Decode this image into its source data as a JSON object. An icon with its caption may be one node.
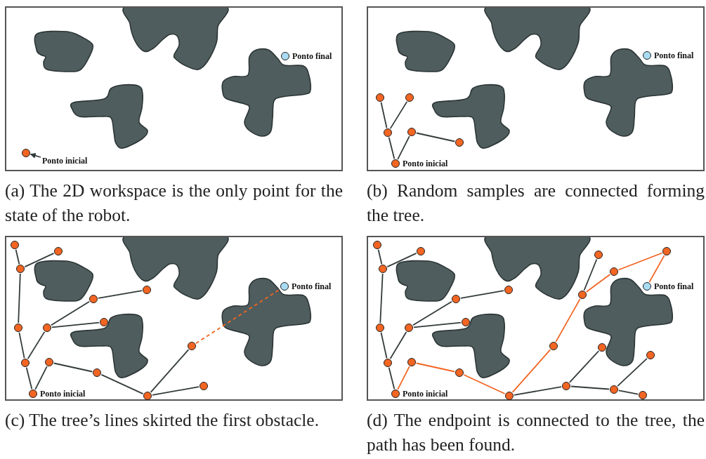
{
  "diagram": {
    "nodes": [
      {
        "text": [],
        "shape": "box",
        "beside": [
          "(a) The 2D workspace is the only point for the state of the robot."
        ]
      },
      {
        "text": [
          "Ponto inicial"
        ],
        "in": 0
      },
      {
        "text": [],
        "shape": "circle",
        "in": 0
      },
      {
        "text": [],
        "shape": "circle",
        "in": 0,
        "beside": [
          "Ponto final"
        ]
      },
      {
        "text": [],
        "shape": "box",
        "beside": [
          "(b) Random samples are connected forming the tree."
        ]
      },
      {
        "text": [],
        "shape": "circle",
        "in": 4,
        "beside": [
          "Ponto inicial"
        ]
      },
      {
        "text": [],
        "shape": "circle",
        "in": 4
      },
      {
        "text": [],
        "shape": "circle",
        "in": 4
      },
      {
        "text": [],
        "shape": "circle",
        "in": 4
      },
      {
        "text": [],
        "shape": "circle",
        "in": 4
      },
      {
        "text": [],
        "shape": "circle",
        "in": 4
      },
      {
        "text": [],
        "shape": "circle",
        "in": 4,
        "beside": [
          "Ponto final"
        ]
      },
      {
        "text": [],
        "shape": "box",
        "beside": [
          "(c) The tree’s lines skirted the first obstacle."
        ]
      },
      {
        "text": [],
        "shape": "circle",
        "in": 12,
        "beside": [
          "Ponto inicial"
        ]
      },
      {
        "text": [],
        "shape": "circle",
        "in": 12
      },
      {
        "text": [],
        "shape": "circle",
        "in": 12
      },
      {
        "text": [],
        "shape": "circle",
        "in": 12
      },
      {
        "text": [],
        "shape": "circle",
        "in": 12
      },
      {
        "text": [],
        "shape": "circle",
        "in": 12
      },
      {
        "text": [],
        "shape": "circle",
        "in": 12
      },
      {
        "text": [],
        "shape": "circle",
        "in": 12
      },
      {
        "text": [],
        "shape": "circle",
        "in": 12
      },
      {
        "text": [],
        "shape": "circle",
        "in": 12
      },
      {
        "text": [],
        "shape": "circle",
        "in": 12
      },
      {
        "text": [],
        "shape": "circle",
        "in": 12
      },
      {
        "text": [],
        "shape": "circle",
        "in": 12
      },
      {
        "text": [],
        "shape": "circle",
        "in": 12
      },
      {
        "text": [],
        "shape": "circle",
        "in": 12
      },
      {
        "text": [],
        "shape": "circle",
        "in": 12,
        "beside": [
          "Ponto final"
        ]
      },
      {
        "text": [],
        "shape": "box",
        "beside": [
          "(d) The endpoint is connected to the tree, the path has been found."
        ]
      },
      {
        "text": [],
        "shape": "circle",
        "in": 29,
        "beside": [
          "Ponto inicial"
        ]
      },
      {
        "text": [],
        "shape": "circle",
        "in": 29
      },
      {
        "text": [],
        "shape": "circle",
        "in": 29
      },
      {
        "text": [],
        "shape": "circle",
        "in": 29
      },
      {
        "text": [],
        "shape": "circle",
        "in": 29
      },
      {
        "text": [],
        "shape": "circle",
        "in": 29
      },
      {
        "text": [],
        "shape": "circle",
        "in": 29
      },
      {
        "text": [],
        "shape": "circle",
        "in": 29
      },
      {
        "text": [],
        "shape": "circle",
        "in": 29
      },
      {
        "text": [],
        "shape": "circle",
        "in": 29
      },
      {
        "text": [],
        "shape": "circle",
        "in": 29
      },
      {
        "text": [],
        "shape": "circle",
        "in": 29
      },
      {
        "text": [],
        "shape": "circle",
        "in": 29
      },
      {
        "text": [],
        "shape": "circle",
        "in": 29
      },
      {
        "text": [],
        "shape": "circle",
        "in": 29
      },
      {
        "text": [],
        "shape": "circle",
        "in": 29
      },
      {
        "text": [],
        "shape": "circle",
        "in": 29
      },
      {
        "text": [],
        "shape": "circle",
        "in": 29
      },
      {
        "text": [],
        "shape": "circle",
        "in": 29
      },
      {
        "text": [],
        "shape": "circle",
        "in": 29
      },
      {
        "text": [],
        "shape": "circle",
        "in": 29
      },
      {
        "text": [],
        "shape": "circle",
        "in": 29
      },
      {
        "text": [],
        "shape": "circle",
        "in": 29
      },
      {
        "text": [],
        "shape": "circle",
        "in": 29,
        "beside": [
          "Ponto final"
        ]
      }
    ],
    "edges": [
      {
        "from": 1,
        "to": 2,
        "arrow": "to"
      },
      {
        "from": 5,
        "to": 6,
        "arrow": "none"
      },
      {
        "from": 6,
        "to": 7,
        "arrow": "none"
      },
      {
        "from": 6,
        "to": 8,
        "arrow": "none"
      },
      {
        "from": 5,
        "to": 9,
        "arrow": "none"
      },
      {
        "from": 9,
        "to": 10,
        "arrow": "none"
      },
      {
        "from": 13,
        "to": 14,
        "arrow": "none"
      },
      {
        "from": 14,
        "to": 15,
        "arrow": "none"
      },
      {
        "from": 15,
        "to": 16,
        "arrow": "none"
      },
      {
        "from": 16,
        "to": 17,
        "arrow": "none"
      },
      {
        "from": 16,
        "to": 18,
        "arrow": "none"
      },
      {
        "from": 14,
        "to": 19,
        "arrow": "none"
      },
      {
        "from": 19,
        "to": 20,
        "arrow": "none"
      },
      {
        "from": 20,
        "to": 21,
        "arrow": "none"
      },
      {
        "from": 19,
        "to": 22,
        "arrow": "none"
      },
      {
        "from": 13,
        "to": 23,
        "arrow": "none"
      },
      {
        "from": 23,
        "to": 24,
        "arrow": "none"
      },
      {
        "from": 24,
        "to": 25,
        "arrow": "none"
      },
      {
        "from": 25,
        "to": 26,
        "arrow": "none"
      },
      {
        "from": 25,
        "to": 27,
        "arrow": "none"
      },
      {
        "from": 27,
        "to": 28,
        "arrow": "none",
        "style": "dashed",
        "color": "#f26522"
      },
      {
        "from": 30,
        "to": 31,
        "arrow": "none"
      },
      {
        "from": 31,
        "to": 32,
        "arrow": "none"
      },
      {
        "from": 32,
        "to": 33,
        "arrow": "none"
      },
      {
        "from": 33,
        "to": 34,
        "arrow": "none"
      },
      {
        "from": 33,
        "to": 35,
        "arrow": "none"
      },
      {
        "from": 31,
        "to": 36,
        "arrow": "none"
      },
      {
        "from": 36,
        "to": 37,
        "arrow": "none"
      },
      {
        "from": 37,
        "to": 38,
        "arrow": "none"
      },
      {
        "from": 36,
        "to": 39,
        "arrow": "none"
      },
      {
        "from": 30,
        "to": 40,
        "arrow": "none",
        "color": "#f26522"
      },
      {
        "from": 40,
        "to": 41,
        "arrow": "none",
        "color": "#f26522"
      },
      {
        "from": 41,
        "to": 42,
        "arrow": "none",
        "color": "#f26522"
      },
      {
        "from": 42,
        "to": 43,
        "arrow": "none"
      },
      {
        "from": 43,
        "to": 44,
        "arrow": "none"
      },
      {
        "from": 43,
        "to": 45,
        "arrow": "none"
      },
      {
        "from": 45,
        "to": 46,
        "arrow": "none"
      },
      {
        "from": 45,
        "to": 47,
        "arrow": "none"
      },
      {
        "from": 42,
        "to": 48,
        "arrow": "none",
        "color": "#f26522"
      },
      {
        "from": 48,
        "to": 49,
        "arrow": "none",
        "color": "#f26522"
      },
      {
        "from": 49,
        "to": 50,
        "arrow": "none"
      },
      {
        "from": 49,
        "to": 51,
        "arrow": "none",
        "color": "#f26522"
      },
      {
        "from": 51,
        "to": 52,
        "arrow": "none",
        "color": "#f26522"
      },
      {
        "from": 52,
        "to": 53,
        "arrow": "none",
        "color": "#f26522"
      }
    ]
  }
}
